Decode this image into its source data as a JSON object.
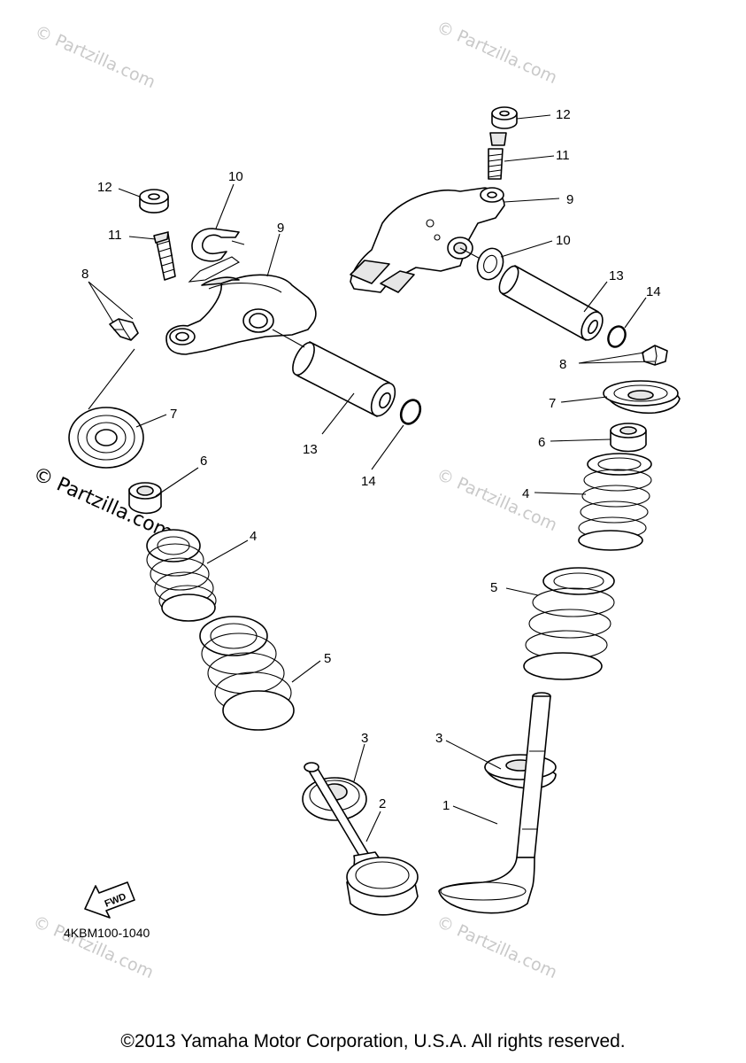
{
  "watermark": {
    "text": "© Partzilla.com"
  },
  "diagram_code": "4KBM100-1040",
  "fwd_label": "FWD",
  "copyright": "©2013 Yamaha Motor Corporation, U.S.A. All rights reserved.",
  "callouts": {
    "c1": "1",
    "c2": "2",
    "c3a": "3",
    "c3b": "3",
    "c4a": "4",
    "c4b": "4",
    "c5a": "5",
    "c5b": "5",
    "c6a": "6",
    "c6b": "6",
    "c7a": "7",
    "c7b": "7",
    "c8a": "8",
    "c8b": "8",
    "c9a": "9",
    "c9b": "9",
    "c10a": "10",
    "c10b": "10",
    "c11a": "11",
    "c11b": "11",
    "c12a": "12",
    "c12b": "12",
    "c13a": "13",
    "c13b": "13",
    "c14a": "14",
    "c14b": "14"
  }
}
